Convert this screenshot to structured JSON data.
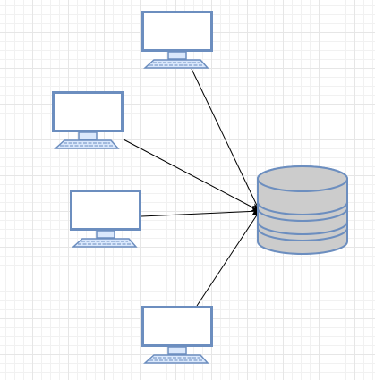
{
  "diagram": {
    "nodes": [
      {
        "id": "computer-1",
        "shape": "computer"
      },
      {
        "id": "computer-2",
        "shape": "computer"
      },
      {
        "id": "computer-3",
        "shape": "computer"
      },
      {
        "id": "computer-4",
        "shape": "computer"
      },
      {
        "id": "database",
        "shape": "database"
      }
    ],
    "edges": [
      {
        "from": "computer-1",
        "to": "database",
        "arrow": "end"
      },
      {
        "from": "computer-2",
        "to": "database",
        "arrow": "end"
      },
      {
        "from": "computer-3",
        "to": "database",
        "arrow": "end"
      },
      {
        "from": "computer-4",
        "to": "database",
        "arrow": "end"
      }
    ],
    "colors": {
      "monitor_stroke": "#6c8ebf",
      "monitor_fill": "#ffffff",
      "stand_fill": "#dae8fc",
      "database_fill": "#cccccc",
      "database_stroke": "#6c8ebf",
      "edge": "#000000",
      "grid": "#e6e6e6"
    }
  }
}
